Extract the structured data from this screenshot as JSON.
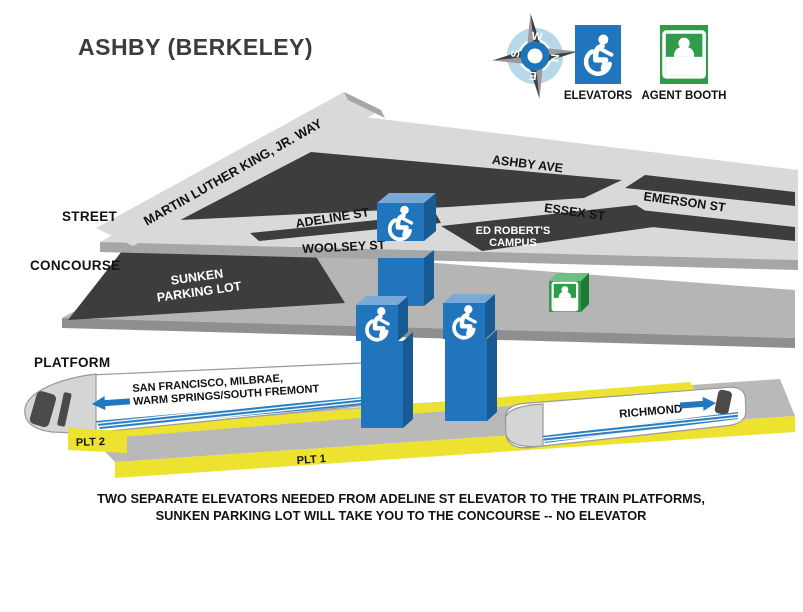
{
  "title": "ASHBY (BERKELEY)",
  "compass": {
    "n": "N",
    "e": "E",
    "s": "S",
    "w": "W"
  },
  "legend": {
    "elevators": "ELEVATORS",
    "agent_booth": "AGENT BOOTH"
  },
  "levels": {
    "street": "STREET",
    "concourse": "CONCOURSE",
    "platform": "PLATFORM"
  },
  "street_level": {
    "mlk_way": "MARTIN LUTHER KING, JR. WAY",
    "ashby_ave": "ASHBY AVE",
    "adeline_st": "ADELINE ST",
    "woolsey_st": "WOOLSEY ST",
    "essex_st": "ESSEX ST",
    "emerson_st": "EMERSON ST",
    "ed_roberts_campus_line1": "ED ROBERT'S",
    "ed_roberts_campus_line2": "CAMPUS"
  },
  "concourse_level": {
    "sunken_parking_line1": "SUNKEN",
    "sunken_parking_line2": "PARKING LOT"
  },
  "platform_level": {
    "train_left_destination_line1": "SAN FRANCISCO, MILBRAE,",
    "train_left_destination_line2": "WARM SPRINGS/SOUTH FREMONT",
    "train_right_destination": "RICHMOND",
    "platform1": "PLT 1",
    "platform2": "PLT 2"
  },
  "caption": {
    "line1": "TWO SEPARATE ELEVATORS NEEDED FROM ADELINE ST ELEVATOR TO THE TRAIN PLATFORMS,",
    "line2": "SUNKEN PARKING LOT WILL TAKE YOU TO THE CONCOURSE -- NO ELEVATOR"
  },
  "colors": {
    "elevator_blue": "#2175BC",
    "elevator_blue_top": "#7AA9D8",
    "elevator_blue_side": "#175A94",
    "agent_green": "#2E9C49",
    "agent_green_top": "#6FBE82",
    "agent_green_side": "#1E7A39",
    "platform_yellow": "#EDE22F",
    "street_light_gray": "#D9D9D9",
    "plane_edge_gray": "#A6A6A6",
    "block_dark_gray": "#3D3D3D",
    "concourse_gray": "#B5B5B5",
    "train_stripe_blue": "#2B7FC1",
    "compass_light_blue": "#B7D8E9",
    "title_gray": "#3D3C3C"
  }
}
